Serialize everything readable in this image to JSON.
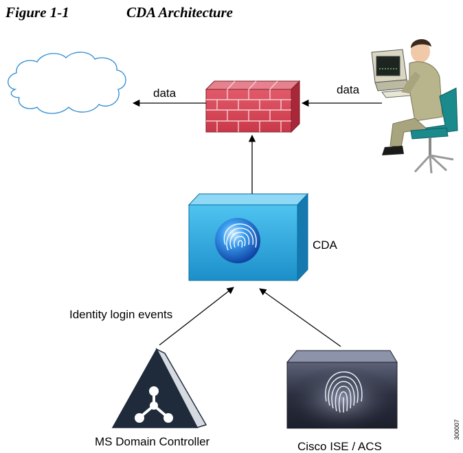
{
  "caption": {
    "figure_number": "Figure 1-1",
    "title": "CDA Architecture"
  },
  "labels": {
    "data_left": "data",
    "data_right": "data",
    "cda": "CDA",
    "identity_events": "Identity login events",
    "ms_domain_controller": "MS Domain Controller",
    "cisco_ise_acs": "Cisco ISE / ACS",
    "figure_id": "300007"
  },
  "colors": {
    "firewall": "#d94a5c",
    "cda_box": "#2aa8e0",
    "ise_box": "#2c3042",
    "dc_triangle": "#1f2b3a",
    "person_suit": "#b8b48c",
    "chair": "#1a8a8c"
  }
}
